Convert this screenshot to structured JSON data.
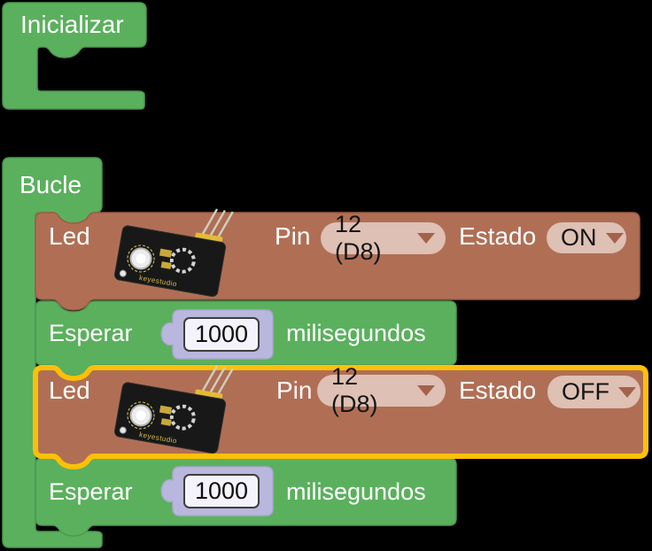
{
  "workspace": {
    "background_color": "#000000",
    "colors": {
      "block_green": "#5bb05e",
      "block_green_border": "#4c9850",
      "block_brown": "#b06f55",
      "block_brown_border": "#9a5d45",
      "dropdown_bg": "#dec0b4",
      "selection_highlight": "#fdc008",
      "number_block": "#b9b7dd",
      "number_field_bg": "#f4f3fc"
    },
    "blocks": {
      "inicializar": {
        "label": "Inicializar"
      },
      "bucle": {
        "label": "Bucle"
      },
      "led_on": {
        "label": "Led",
        "pin_label": "Pin",
        "pin_value": "12 (D8)",
        "estado_label": "Estado",
        "estado_value": "ON"
      },
      "esperar_1": {
        "label": "Esperar",
        "value": "1000",
        "unit": "milisegundos"
      },
      "led_off": {
        "label": "Led",
        "pin_label": "Pin",
        "pin_value": "12 (D8)",
        "estado_label": "Estado",
        "estado_value": "OFF",
        "selected": true
      },
      "esperar_2": {
        "label": "Esperar",
        "value": "1000",
        "unit": "milisegundos"
      }
    },
    "module_image": {
      "brand": "keyestudio"
    }
  }
}
